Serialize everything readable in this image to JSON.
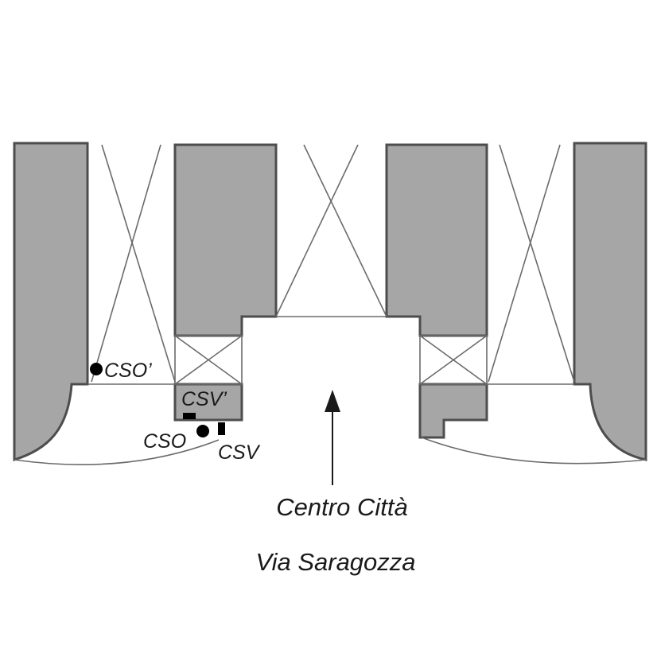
{
  "labels": {
    "cso_prime": "CSO’",
    "csv_prime": "CSV’",
    "cso": "CSO",
    "csv": "CSV"
  },
  "destination": {
    "line1": "Centro Città",
    "line2": "Via Saragozza"
  },
  "colors": {
    "building_fill": "#a6a6a6",
    "outline": "#4d4d4d",
    "line": "#6b6b6b",
    "marker": "#000000",
    "text": "#1a1a1a"
  }
}
